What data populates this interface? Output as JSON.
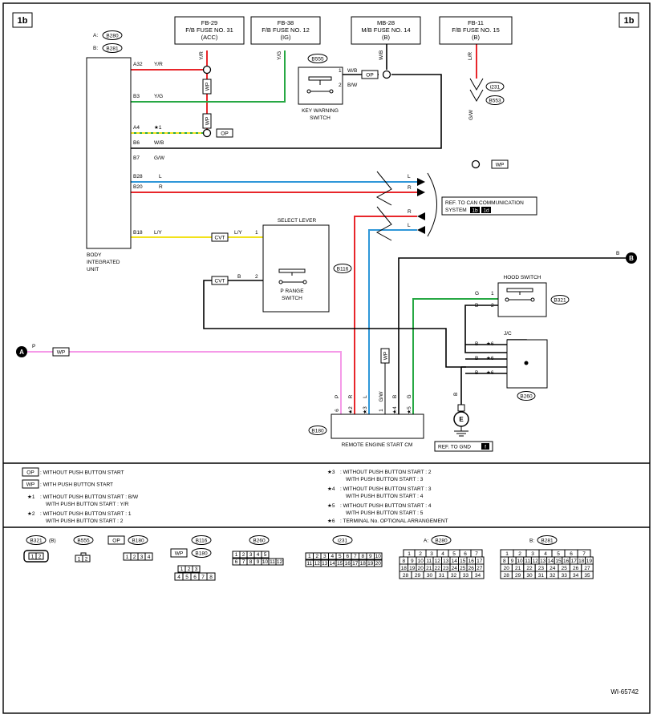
{
  "page": {
    "corner_left": "1b",
    "corner_right": "1b",
    "figure_id": "WI-65742"
  },
  "fuses": [
    {
      "line1": "FB-29",
      "line2": "F/B FUSE NO. 31",
      "line3": "(ACC)"
    },
    {
      "line1": "FB-38",
      "line2": "F/B FUSE NO. 12",
      "line3": "(IG)"
    },
    {
      "line1": "MB-28",
      "line2": "M/B FUSE NO. 14",
      "line3": "(B)"
    },
    {
      "line1": "FB-11",
      "line2": "F/B FUSE NO. 15",
      "line3": "(B)"
    }
  ],
  "bcu": {
    "conn_a_prefix": "A:",
    "conn_a": "B280",
    "conn_b_prefix": "B:",
    "conn_b": "B281",
    "label1": "BODY",
    "label2": "INTEGRATED",
    "label3": "UNIT",
    "pins": [
      {
        "pin": "A32",
        "color": "Y/R"
      },
      {
        "pin": "B3",
        "color": "Y/G"
      },
      {
        "pin": "A4",
        "color": "★1"
      },
      {
        "pin": "B6",
        "color": "W/B"
      },
      {
        "pin": "B7",
        "color": "G/W"
      },
      {
        "pin": "B28",
        "color": "L"
      },
      {
        "pin": "B20",
        "color": "R"
      },
      {
        "pin": "B18",
        "color": "L/Y"
      }
    ]
  },
  "wire_colors": {
    "yr": "Y/R",
    "yg": "Y/G",
    "wb": "W/B",
    "lr": "L/R",
    "gw": "G/W",
    "bw": "B/W",
    "l": "L",
    "r": "R",
    "ly": "L/Y",
    "b": "B",
    "g": "G",
    "p": "P"
  },
  "colors": {
    "red": "#e8262b",
    "green": "#27a844",
    "blue": "#2f97d8",
    "yellow": "#f2e21b",
    "pink": "#f59ae8",
    "black": "#000000"
  },
  "tags": {
    "op": "OP",
    "wp": "WP",
    "cvt": "CVT"
  },
  "key_warning": {
    "conn": "B555",
    "pin1": "1",
    "pin2": "2",
    "label1": "KEY WARNING",
    "label2": "SWITCH"
  },
  "ground_conns": {
    "c1": "i231",
    "c2": "B553"
  },
  "can_ref": {
    "line1": "REF. TO CAN COMMUNICATION",
    "line2": "SYSTEM",
    "b1": "1b",
    "b2": "1d"
  },
  "select_lever": {
    "title": "SELECT LEVER",
    "conn": "B116",
    "pin1": "1",
    "pin2": "2",
    "sw1": "P RANGE",
    "sw2": "SWITCH"
  },
  "hood_switch": {
    "title": "HOOD SWITCH",
    "conn": "B321",
    "pin1": "1",
    "pin2": "2"
  },
  "jc": {
    "title": "J/C",
    "conn": "B260",
    "pin": "★6"
  },
  "remote_cm": {
    "conn": "B180",
    "title": "REMOTE ENGINE START CM",
    "pins": [
      "6",
      "★2",
      "★3",
      "1",
      "★4",
      "★5"
    ],
    "colors": [
      "P",
      "R",
      "L",
      "G/W",
      "B",
      "G"
    ]
  },
  "nodes": {
    "a": "A",
    "b": "B"
  },
  "gnd_ref": {
    "text": "REF. TO GND",
    "box": "f"
  },
  "legend": {
    "op_text": ": WITHOUT PUSH BUTTON START",
    "wp_text": ": WITH PUSH BUTTON START",
    "n1_mark": "★1",
    "n1_a": ": WITHOUT PUSH BUTTON START  : B/W",
    "n1_b": "WITH PUSH BUTTON START  : Y/R",
    "n2_mark": "★2",
    "n2_a": ": WITHOUT PUSH BUTTON START  : 1",
    "n2_b": "WITH PUSH BUTTON START  : 2",
    "n3_mark": "★3",
    "n3_a": ": WITHOUT PUSH BUTTON START  : 2",
    "n3_b": "WITH PUSH BUTTON START  : 3",
    "n4_mark": "★4",
    "n4_a": ": WITHOUT PUSH BUTTON START  : 3",
    "n4_b": "WITH PUSH BUTTON START  : 4",
    "n5_mark": "★5",
    "n5_a": ": WITHOUT PUSH BUTTON START  : 4",
    "n5_b": "WITH PUSH BUTTON START  : 5",
    "n6_mark": "★6",
    "n6_a": ": TERMINAL No. OPTIONAL ARRANGEMENT"
  },
  "connectors": {
    "b321": {
      "id": "B321",
      "suffix": "(B)",
      "pins": [
        "1",
        "2"
      ]
    },
    "b555": {
      "id": "B555",
      "pins": [
        "1",
        "2"
      ]
    },
    "b180op": {
      "tag": "OP",
      "id": "B180",
      "pins": [
        "1",
        "2",
        "3",
        "4"
      ]
    },
    "b116": {
      "id": "B116",
      "tag": "WP",
      "id2": "B180",
      "top": [
        "1",
        "2",
        "3"
      ],
      "bottom": [
        "4",
        "5",
        "6",
        "7",
        "8"
      ]
    },
    "b260": {
      "id": "B260",
      "top": [
        "1",
        "2",
        "3",
        "4",
        "5"
      ],
      "bottom": [
        "6",
        "7",
        "8",
        "9",
        "10",
        "11",
        "12"
      ]
    },
    "i231": {
      "id": "i231",
      "top": [
        "1",
        "2",
        "3",
        "4",
        "5",
        "6",
        "7",
        "8",
        "9",
        "10"
      ],
      "bottom": [
        "11",
        "12",
        "13",
        "14",
        "15",
        "16",
        "17",
        "18",
        "19",
        "20"
      ]
    },
    "b280": {
      "prefix": "A:",
      "id": "B280",
      "rows": [
        [
          "1",
          "2",
          "3",
          "4",
          "5",
          "6",
          "7"
        ],
        [
          "8",
          "9",
          "10",
          "11",
          "12",
          "13",
          "14",
          "15",
          "16",
          "17"
        ],
        [
          "18",
          "19",
          "20",
          "21",
          "22",
          "23",
          "24",
          "25",
          "26",
          "27"
        ],
        [
          "28",
          "29",
          "30",
          "31",
          "32",
          "33",
          "34"
        ]
      ]
    },
    "b281": {
      "prefix": "B:",
      "id": "B281",
      "rows": [
        [
          "1",
          "2",
          "3",
          "4",
          "5",
          "6",
          "7"
        ],
        [
          "8",
          "9",
          "10",
          "11",
          "12",
          "13",
          "14",
          "15",
          "16",
          "17",
          "18",
          "19"
        ],
        [
          "20",
          "21",
          "22",
          "23",
          "24",
          "25",
          "26",
          "27"
        ],
        [
          "28",
          "29",
          "30",
          "31",
          "32",
          "33",
          "34",
          "35"
        ]
      ]
    }
  }
}
